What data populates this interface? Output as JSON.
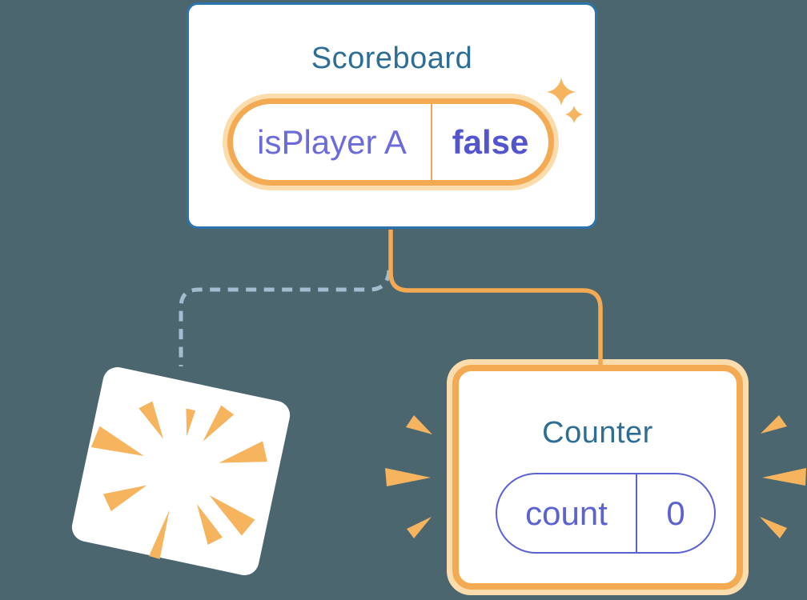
{
  "colors": {
    "background": "#4C6670",
    "card_bg": "#FFFFFF",
    "scoreboard_border": "#2C74B0",
    "title_color": "#2D6E96",
    "orange": "#F3AA52",
    "orange_light": "#FBDCAC",
    "orange_divider": "#F0A653",
    "spike": "#F6B45F",
    "purple_key": "#6B6BDB",
    "purple_value": "#5355CF",
    "counter_purple": "#5B62D2",
    "dashed": "#A5BCD0"
  },
  "scoreboard": {
    "title": "Scoreboard",
    "state": {
      "key": "isPlayer A",
      "value": "false"
    }
  },
  "counter": {
    "title": "Counter",
    "state": {
      "key": "count",
      "value": "0"
    }
  },
  "icons": {
    "sparkles": "sparkle-icon",
    "starburst": "starburst-icon",
    "emphasis": "emphasis-marks-icon"
  }
}
